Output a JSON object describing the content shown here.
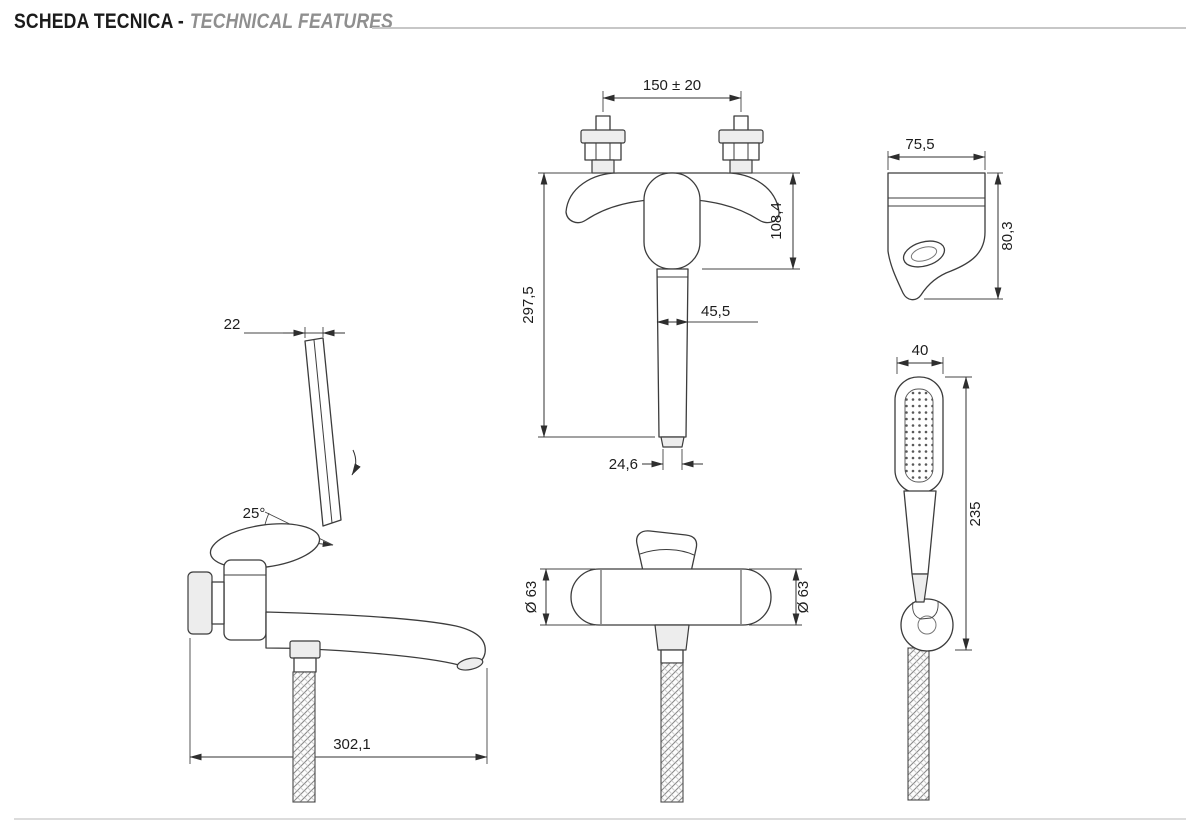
{
  "header": {
    "title_primary": "SCHEDA TECNICA -",
    "title_secondary": "TECHNICAL FEATURES"
  },
  "front_view": {
    "dim_center_distance": "150 ± 20",
    "dim_total_height": "297,5",
    "dim_body_height": "108,4",
    "dim_spout_tube_width": "45,5",
    "dim_outlet_width": "24,6"
  },
  "side_view": {
    "dim_handle_thickness": "22",
    "dim_handle_angle": "25°",
    "dim_spout_reach": "302,1"
  },
  "profile_view": {
    "dim_width": "75,5",
    "dim_height": "80,3"
  },
  "mixer_front_view": {
    "dim_diameter_left": "Ø 63",
    "dim_diameter_right": "Ø 63"
  },
  "handshower_view": {
    "dim_head_width": "40",
    "dim_length": "235"
  }
}
